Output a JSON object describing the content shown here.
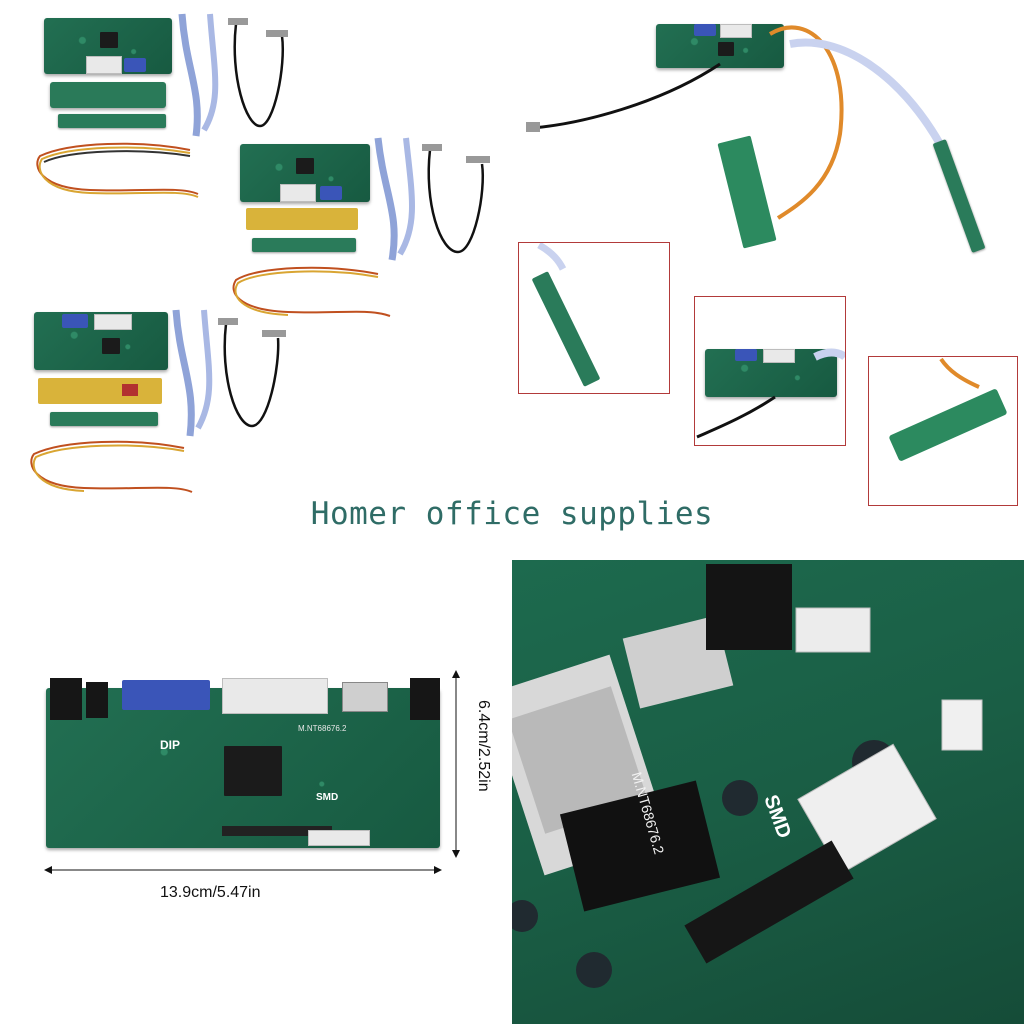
{
  "watermark": {
    "text": "Homer office supplies"
  },
  "dimensions": {
    "height_label": "6.4cm/2.52in",
    "width_label": "13.9cm/5.47in"
  },
  "board_silkscreen": {
    "model": "M.NT68676.2",
    "dip_label": "DIP",
    "smd_label": "SMD"
  },
  "colors": {
    "pcb": "#1f6b4f",
    "frame": "#b23a3a",
    "watermark": "#2f6c66",
    "vga_port": "#3a55b8"
  }
}
